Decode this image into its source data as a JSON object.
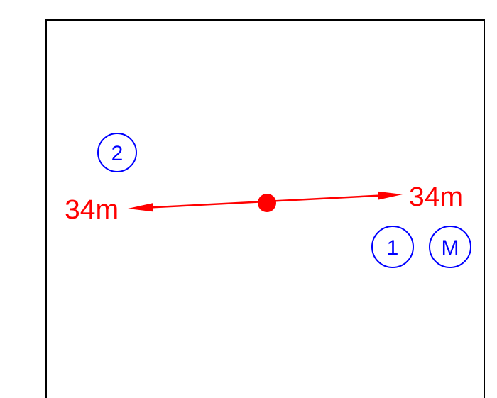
{
  "diagram": {
    "colors": {
      "frame": "#000000",
      "measure": "#ff0000",
      "marker": "#0000ff",
      "background": "#ffffff"
    },
    "measurement": {
      "left_label": "34m",
      "right_label": "34m"
    },
    "markers": [
      {
        "id": "2",
        "label": "2"
      },
      {
        "id": "1",
        "label": "1"
      },
      {
        "id": "M",
        "label": "M"
      }
    ]
  }
}
